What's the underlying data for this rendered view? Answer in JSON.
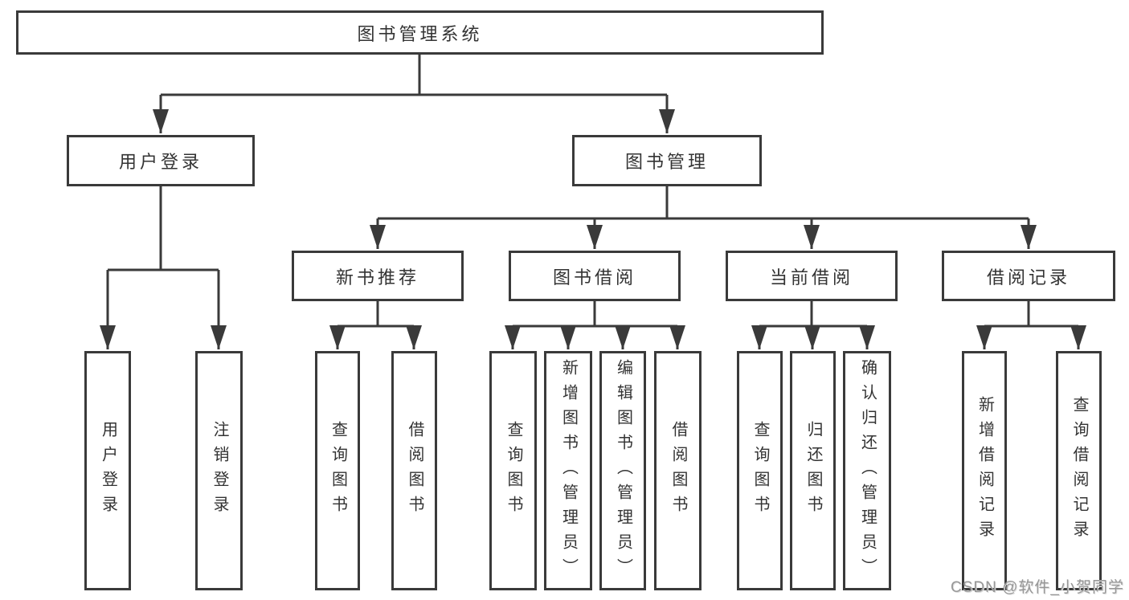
{
  "diagram": {
    "root": {
      "label": "图书管理系统"
    },
    "children": [
      {
        "label": "用户登录",
        "children": [
          {
            "label": "用户登录"
          },
          {
            "label": "注销登录"
          }
        ]
      },
      {
        "label": "图书管理",
        "children": [
          {
            "label": "新书推荐",
            "children": [
              {
                "label": "查询图书"
              },
              {
                "label": "借阅图书"
              }
            ]
          },
          {
            "label": "图书借阅",
            "children": [
              {
                "label": "查询图书"
              },
              {
                "label": "新增图书（管理员）"
              },
              {
                "label": "编辑图书（管理员）"
              },
              {
                "label": "借阅图书"
              }
            ]
          },
          {
            "label": "当前借阅",
            "children": [
              {
                "label": "查询图书"
              },
              {
                "label": "归还图书"
              },
              {
                "label": "确认归还（管理员）"
              }
            ]
          },
          {
            "label": "借阅记录",
            "children": [
              {
                "label": "新增借阅记录"
              },
              {
                "label": "查询借阅记录"
              }
            ]
          }
        ]
      }
    ]
  },
  "watermark": {
    "text": "CSDN @软件_小贺同学"
  },
  "colors": {
    "line": "#3a3a3a",
    "box_border": "#3a3a3a",
    "text": "#333333",
    "watermark": "#979797",
    "background": "#ffffff"
  }
}
